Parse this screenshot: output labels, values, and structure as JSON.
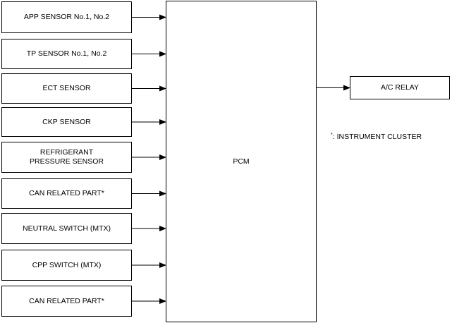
{
  "inputs": [
    {
      "label": "APP SENSOR No.1, No.2"
    },
    {
      "label": "TP SENSOR No.1, No.2"
    },
    {
      "label": "ECT SENSOR"
    },
    {
      "label": "CKP SENSOR"
    },
    {
      "label": "REFRIGERANT\nPRESSURE SENSOR"
    },
    {
      "label": "CAN RELATED PART*"
    },
    {
      "label": "NEUTRAL SWITCH (MTX)"
    },
    {
      "label": "CPP SWITCH (MTX)"
    },
    {
      "label": "CAN RELATED PART*"
    }
  ],
  "pcm": {
    "label": "PCM"
  },
  "output": {
    "label": "A/C RELAY"
  },
  "note": {
    "marker": "*",
    "text": ": INSTRUMENT CLUSTER"
  }
}
